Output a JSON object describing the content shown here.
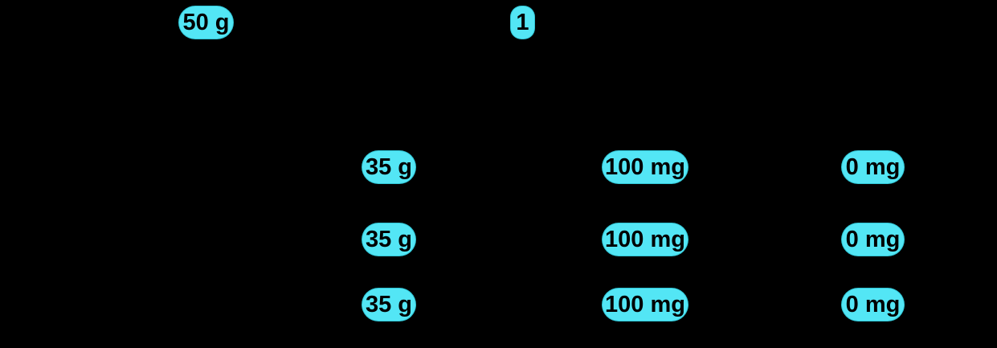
{
  "figure": {
    "background_color": "#000000",
    "badge_fill_color": "#53E6F5",
    "badge_text_color": "#000000"
  },
  "badges": [
    {
      "label": "50 g"
    },
    {
      "label": "1"
    },
    {
      "label": "35 g"
    },
    {
      "label": "100 mg"
    },
    {
      "label": "0 mg"
    },
    {
      "label": "35 g"
    },
    {
      "label": "100 mg"
    },
    {
      "label": "0 mg"
    },
    {
      "label": "35 g"
    },
    {
      "label": "100 mg"
    },
    {
      "label": "0 mg"
    }
  ]
}
